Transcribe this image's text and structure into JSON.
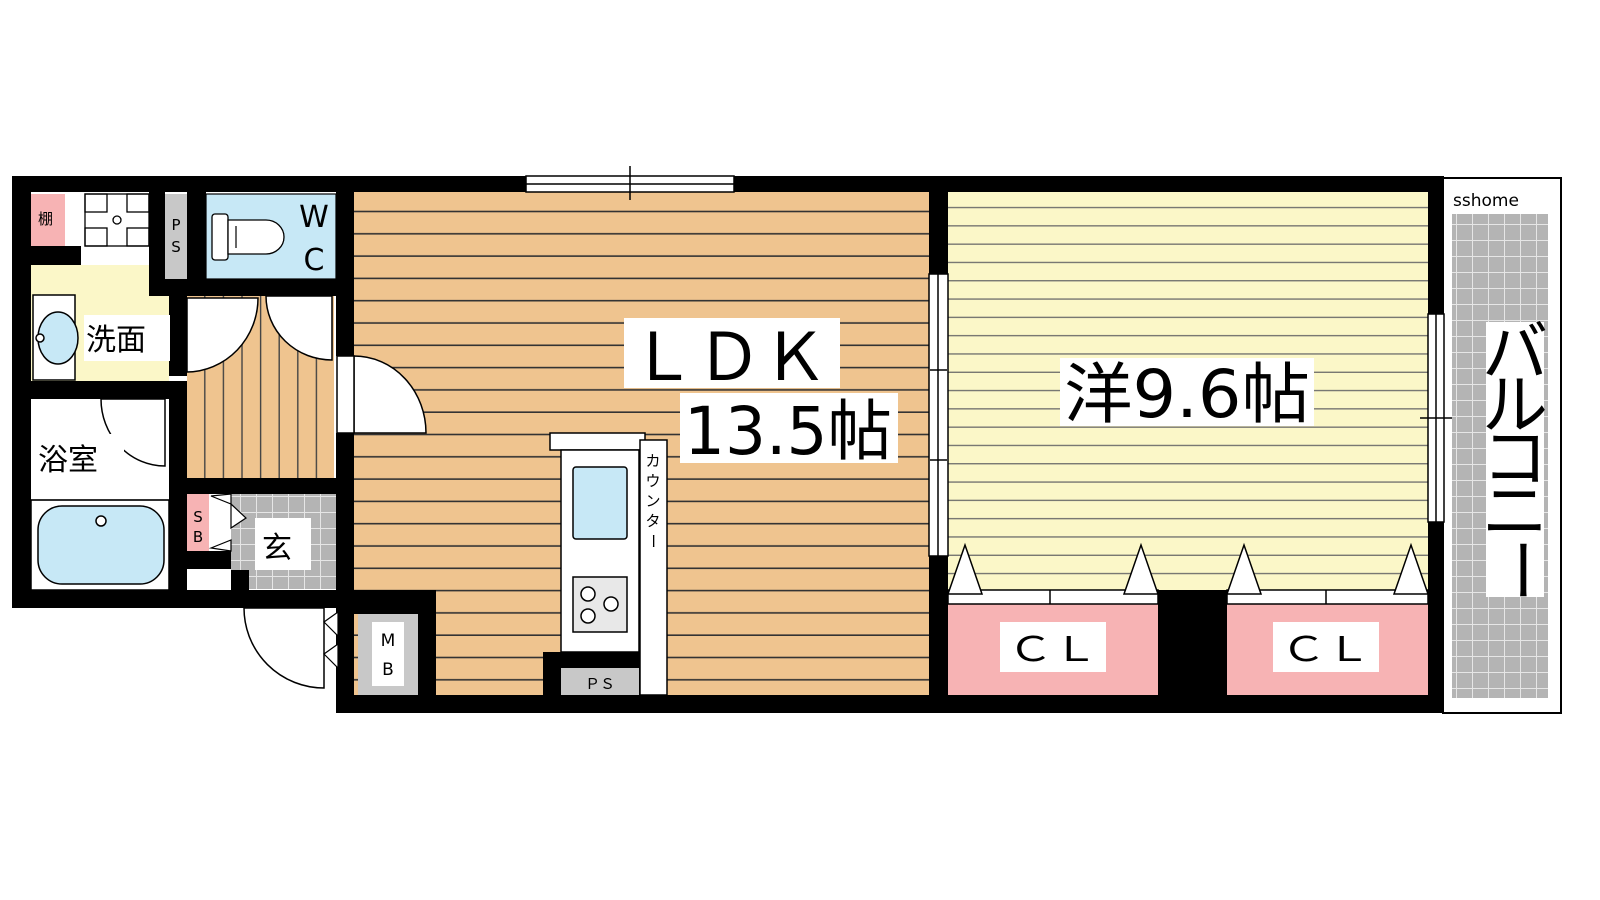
{
  "watermark": "sshome",
  "colors": {
    "wall": "#000000",
    "ldk_floor": "#efc48f",
    "bedroom_floor": "#fbf7c8",
    "closet": "#f7b3b4",
    "water": "#c7e8f6",
    "wash_floor": "#fbf7c8",
    "storage": "#c8c8c8",
    "tile": "#b4b4b4"
  },
  "rooms": {
    "ldk": {
      "name": "ＬＤＫ",
      "size": "13.5帖"
    },
    "bedroom": {
      "name": "洋9.6帖"
    },
    "closet_left": "ＣＬ",
    "closet_right": "ＣＬ",
    "balcony": [
      "バ",
      "ル",
      "コ",
      "ニ",
      "ー"
    ],
    "bath": "浴室",
    "washroom": "洗面",
    "entrance": "玄",
    "shelf": "棚",
    "toilet": [
      "W",
      "C"
    ],
    "pipe_space_top": [
      "P",
      "S"
    ],
    "pipe_space_kitchen": "ＰＳ",
    "shoe_box": [
      "S",
      "B"
    ],
    "meter_box": [
      "M",
      "B"
    ],
    "counter": [
      "カ",
      "ウ",
      "ン",
      "タ",
      "ー"
    ]
  }
}
